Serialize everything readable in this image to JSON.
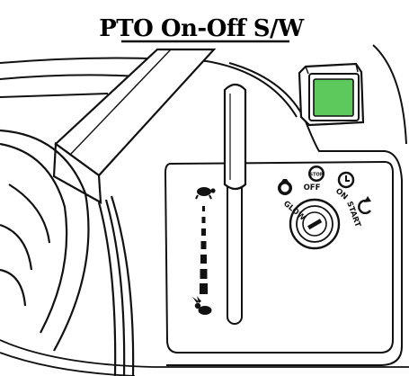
{
  "title": "PTO On-Off S/W",
  "switch_labels": {
    "glow": "GLOW",
    "off": "OFF",
    "on": "ON",
    "start": "START",
    "stop_badge": "STOP"
  },
  "colors": {
    "pto_button": "#5dc95d",
    "outline": "#111111",
    "background": "#ffffff"
  },
  "icons": {
    "slow_speed": "turtle-icon",
    "fast_speed": "rabbit-icon",
    "glow": "glow-plug-icon",
    "off": "stop-icon",
    "on": "on-icon",
    "start": "start-arrow-icon"
  }
}
